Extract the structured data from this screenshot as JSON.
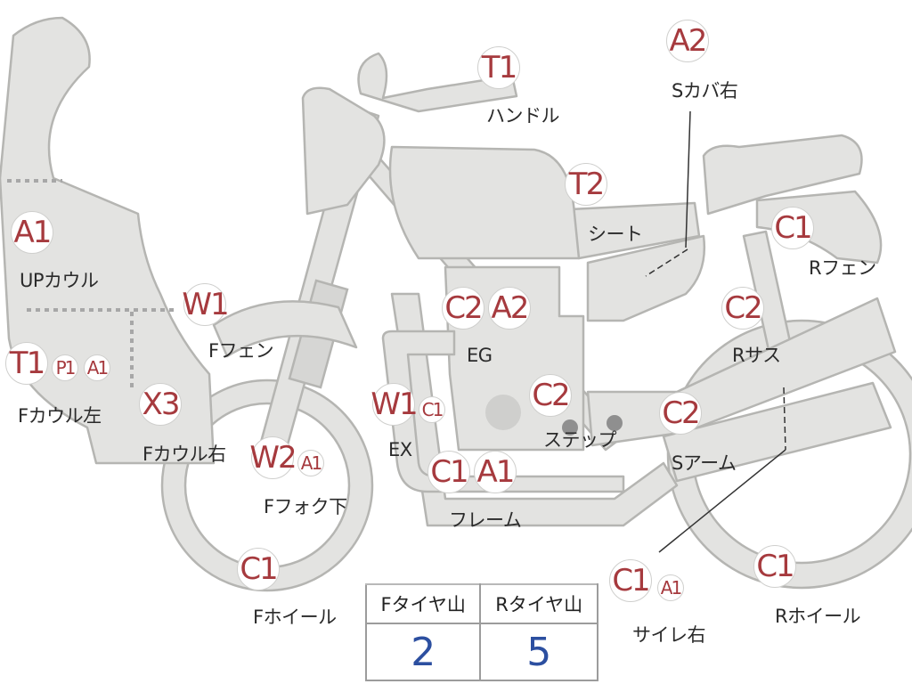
{
  "colors": {
    "part_fill": "#e3e3e1",
    "part_stroke": "#b5b5b2",
    "badge_text": "#a63a3e",
    "label_text": "#2a2a2a",
    "table_value": "#2c4fa0"
  },
  "parts": {
    "up_cowl": {
      "label": "UPカウル",
      "badges": [
        "A1"
      ]
    },
    "f_cowl_left": {
      "label": "Fカウル左",
      "badges": [
        "T1",
        "P1",
        "A1"
      ]
    },
    "f_cowl_right": {
      "label": "Fカウル右",
      "badges": [
        "X3"
      ]
    },
    "f_fender": {
      "label": "Fフェン",
      "badges": [
        "W1"
      ]
    },
    "f_fork_lower": {
      "label": "Fフォク下",
      "badges": [
        "W2",
        "A1"
      ]
    },
    "f_wheel": {
      "label": "Fホイール",
      "badges": [
        "C1"
      ]
    },
    "handle": {
      "label": "ハンドル",
      "badges": [
        "T1"
      ]
    },
    "seat": {
      "label": "シート",
      "badges": [
        "T2"
      ]
    },
    "side_cover_right": {
      "label": "Sカバ右",
      "badges": [
        "A2"
      ]
    },
    "r_fender": {
      "label": "Rフェン",
      "badges": [
        "C1"
      ]
    },
    "r_suspension": {
      "label": "Rサス",
      "badges": [
        "C2"
      ]
    },
    "engine": {
      "label": "EG",
      "badges": [
        "C2",
        "A2"
      ]
    },
    "exhaust": {
      "label": "EX",
      "badges": [
        "W1",
        "C1"
      ]
    },
    "step": {
      "label": "ステップ",
      "badges": [
        "C2"
      ]
    },
    "frame": {
      "label": "フレーム",
      "badges": [
        "C1",
        "A1"
      ]
    },
    "swing_arm": {
      "label": "Sアーム",
      "badges": [
        "C2"
      ]
    },
    "silencer_right": {
      "label": "サイレ右",
      "badges": [
        "C1",
        "A1"
      ]
    },
    "r_wheel": {
      "label": "Rホイール",
      "badges": [
        "C1"
      ]
    }
  },
  "tire_tread": {
    "headers": [
      "Fタイヤ山",
      "Rタイヤ山"
    ],
    "values": [
      "2",
      "5"
    ]
  }
}
